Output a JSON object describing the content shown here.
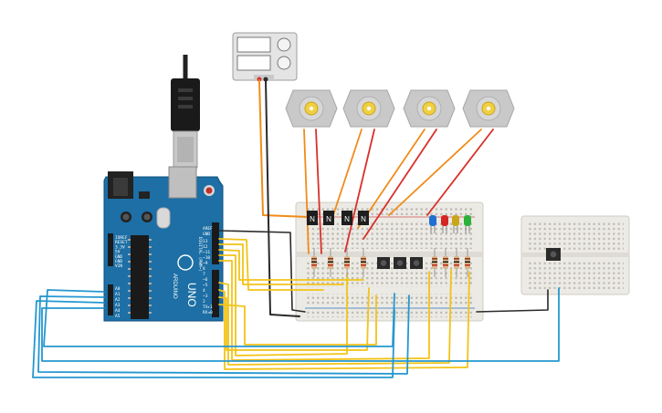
{
  "colors": {
    "arduino_board": "#1d6fa5",
    "arduino_dark": "#0b4f7e",
    "breadboard": "#eceae4",
    "wire_orange": "#f08c1a",
    "wire_yellow": "#f2c318",
    "wire_blue": "#2497cf",
    "wire_black": "#2a2a2a",
    "wire_red": "#d8302a",
    "motor_body": "#c9c9c9",
    "motor_hub": "#f0d042",
    "led_colors": [
      "#1f6fd0",
      "#d42424",
      "#c9a51a",
      "#2bb13a"
    ]
  },
  "arduino": {
    "brand": "ARDUINO",
    "model": "UNO",
    "digital_header": "DIGITAL (PWM~)",
    "aref": "AREF",
    "gnd": "GND",
    "power_pins": [
      "IOREF",
      "RESET",
      "3.3V",
      "5V",
      "GND",
      "GND",
      "VIN"
    ],
    "analog_pins": [
      "A0",
      "A1",
      "A2",
      "A3",
      "A4",
      "A5"
    ],
    "digital_pins": [
      "13",
      "12",
      "~11",
      "~10",
      "~9",
      "8",
      "7",
      "~6",
      "~5",
      "4",
      "~3",
      "2",
      "TX▸1",
      "RX◂0"
    ]
  },
  "power_supply": {
    "icon": "bench-power-supply-icon"
  },
  "motors": [
    {
      "id": "motor-1",
      "icon": "dc-motor-icon"
    },
    {
      "id": "motor-2",
      "icon": "dc-motor-icon"
    },
    {
      "id": "motor-3",
      "icon": "dc-motor-icon"
    },
    {
      "id": "motor-4",
      "icon": "dc-motor-icon"
    }
  ],
  "transistors": [
    {
      "id": "q1",
      "label": "N"
    },
    {
      "id": "q2",
      "label": "N"
    },
    {
      "id": "q3",
      "label": "N"
    },
    {
      "id": "q4",
      "label": "N"
    }
  ],
  "leds": [
    "blue",
    "red",
    "yellow",
    "green"
  ],
  "pushbuttons_main": 3,
  "resistor_count": 8,
  "small_breadboard": {
    "pushbuttons": 1
  }
}
